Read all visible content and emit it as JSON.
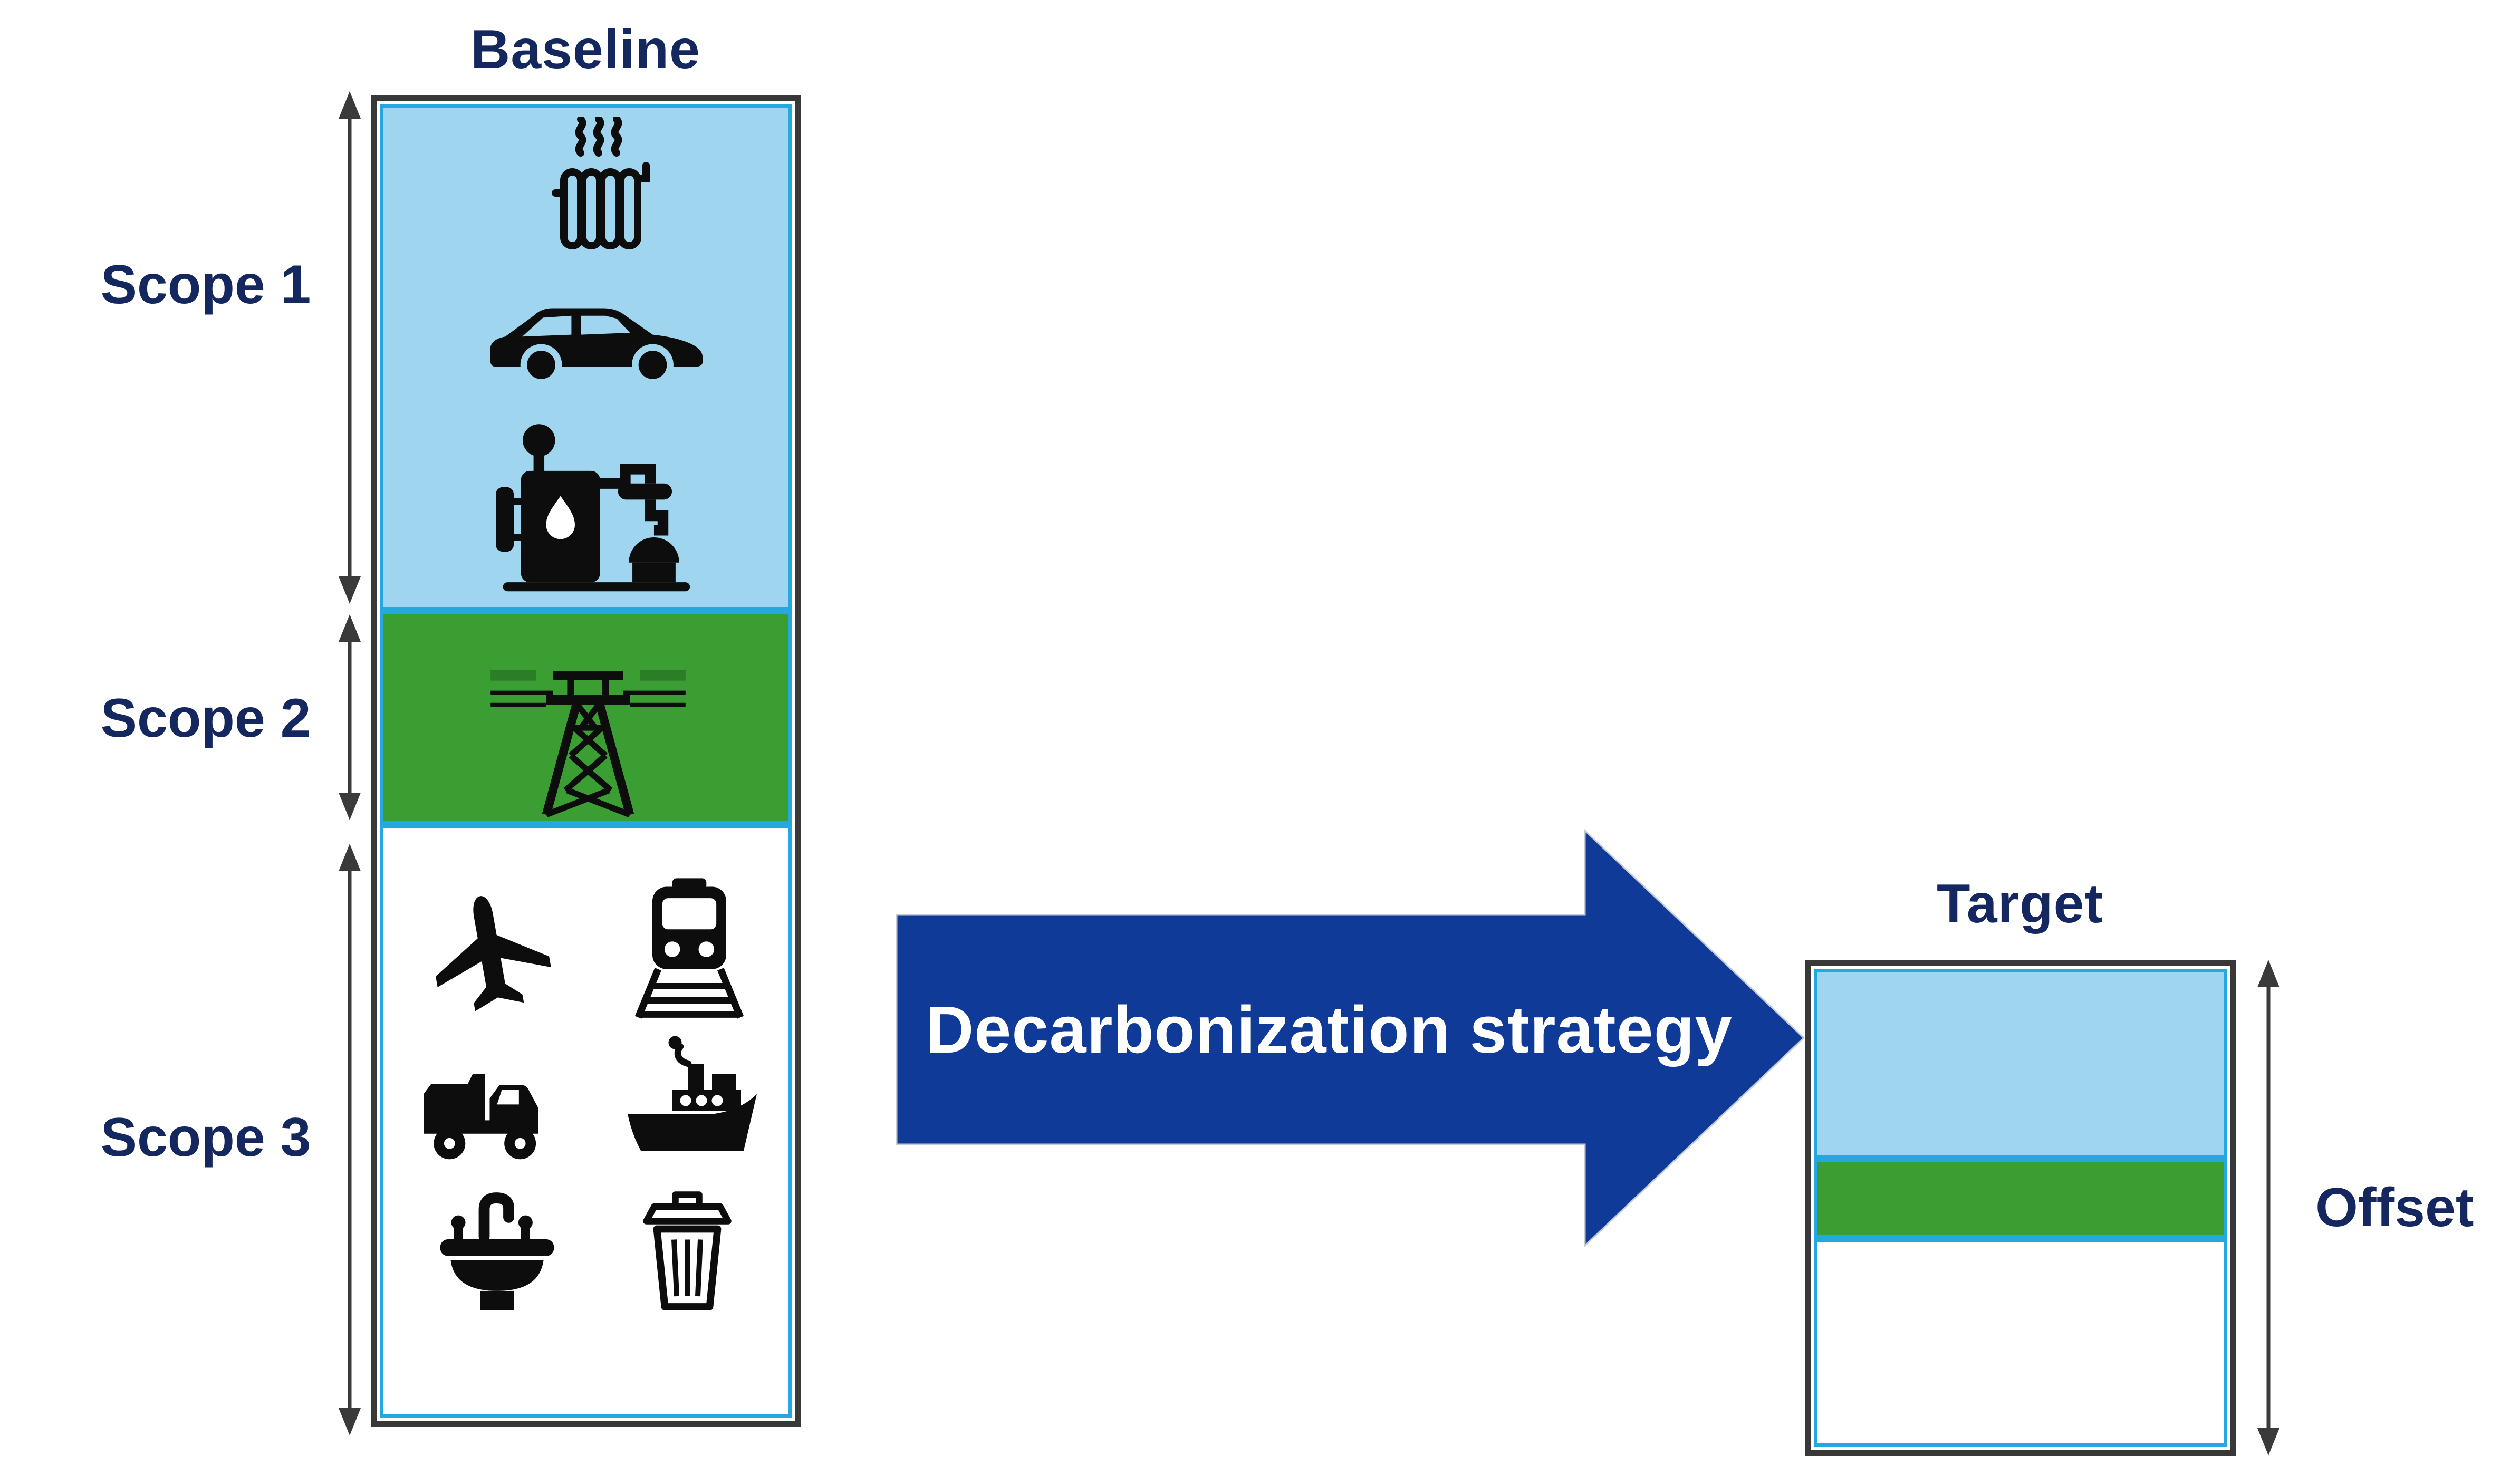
{
  "baseline": {
    "title": "Baseline"
  },
  "scopes": [
    {
      "label": "Scope 1"
    },
    {
      "label": "Scope 2"
    },
    {
      "label": "Scope 3"
    }
  ],
  "transformation": {
    "label": "Decarbonization strategy"
  },
  "target": {
    "title": "Target"
  },
  "offset": {
    "label": "Offset"
  },
  "colors": {
    "scope1_fill": "#9fd5ee",
    "scope2_fill": "#3b9e33",
    "scope3_fill": "#ffffff",
    "segment_border": "#25a7df",
    "bar_border": "#383838",
    "measure_arrow": "#3a3a3a",
    "big_arrow_fill": "#0f3a97",
    "big_arrow_text": "#ffffff",
    "label_text": "#14285f",
    "icon_black": "#0d0d0d",
    "wire_green": "#2b7d26"
  },
  "icons": [
    "radiator-icon",
    "car-icon",
    "fuel-pump-icon",
    "transmission-tower-icon",
    "airplane-icon",
    "train-icon",
    "truck-icon",
    "ship-icon",
    "sink-icon",
    "trash-can-icon"
  ]
}
